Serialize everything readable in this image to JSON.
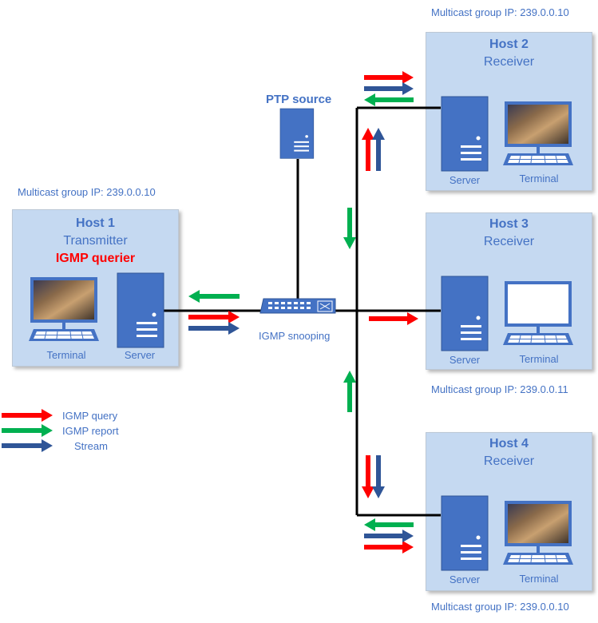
{
  "hosts": {
    "h1": {
      "title": "Host 1",
      "role": "Transmitter",
      "igmp": "IGMP querier",
      "terminal": "Terminal",
      "server": "Server"
    },
    "h2": {
      "title": "Host 2",
      "role": "Receiver",
      "terminal": "Terminal",
      "server": "Server"
    },
    "h3": {
      "title": "Host 3",
      "role": "Receiver",
      "terminal": "Terminal",
      "server": "Server"
    },
    "h4": {
      "title": "Host 4",
      "role": "Receiver",
      "terminal": "Terminal",
      "server": "Server"
    }
  },
  "multicast": {
    "h1": "Multicast group IP: 239.0.0.10",
    "h2": "Multicast group IP: 239.0.0.10",
    "h3": "Multicast group IP: 239.0.0.11",
    "h4": "Multicast group IP: 239.0.0.10"
  },
  "ptp_label": "PTP source",
  "switch_label": "IGMP snooping",
  "legend": {
    "query": "IGMP query",
    "report": "IGMP report",
    "stream": "Stream"
  },
  "colors": {
    "query": "#ff0000",
    "report": "#00b050",
    "stream": "#2f5597",
    "box": "#c5d9f1",
    "device": "#4472c4"
  }
}
